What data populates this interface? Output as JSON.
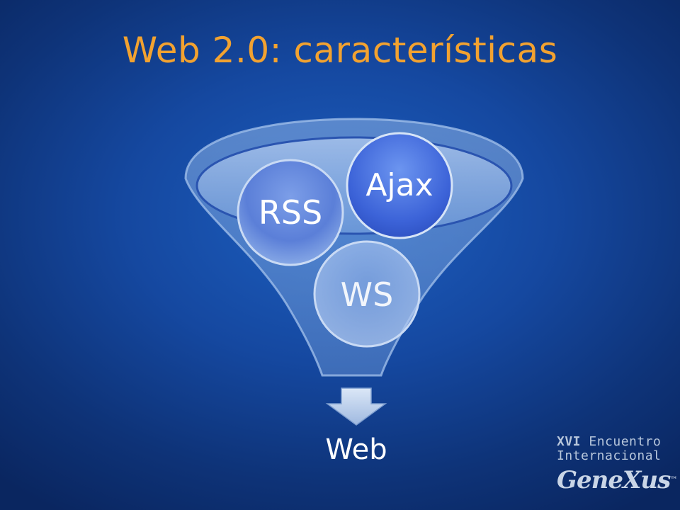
{
  "slide": {
    "title": "Web 2.0: características"
  },
  "funnel": {
    "inputs": [
      "RSS",
      "Ajax",
      "WS"
    ],
    "output": "Web"
  },
  "branding": {
    "line1_number": "XVI",
    "line1_text": "Encuentro",
    "line2": "Internacional",
    "logo_text": "GeneXus",
    "logo_mark": "™"
  },
  "colors": {
    "title": "#f2a230",
    "background": "#1548a0",
    "text": "#ffffff"
  }
}
